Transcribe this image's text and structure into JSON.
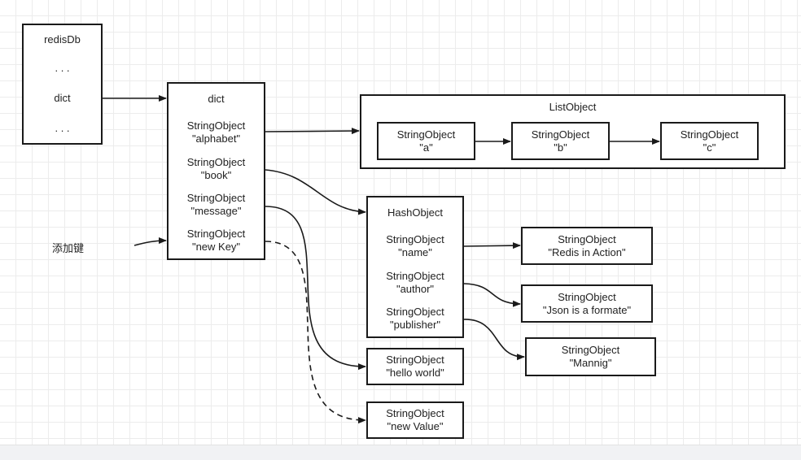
{
  "redisdb": {
    "rows": [
      "redisDb",
      ". . .",
      "dict",
      ". . ."
    ]
  },
  "dict": {
    "header": "dict",
    "entries": [
      {
        "line1": "StringObject",
        "line2": "\"alphabet\""
      },
      {
        "line1": "StringObject",
        "line2": "\"book\""
      },
      {
        "line1": "StringObject",
        "line2": "\"message\""
      },
      {
        "line1": "StringObject",
        "line2": "\"new Key\""
      }
    ]
  },
  "list_object": {
    "title": "ListObject",
    "items": [
      {
        "line1": "StringObject",
        "line2": "\"a\""
      },
      {
        "line1": "StringObject",
        "line2": "\"b\""
      },
      {
        "line1": "StringObject",
        "line2": "\"c\""
      }
    ]
  },
  "hash_object": {
    "header": "HashObject",
    "entries": [
      {
        "line1": "StringObject",
        "line2": "\"name\""
      },
      {
        "line1": "StringObject",
        "line2": "\"author\""
      },
      {
        "line1": "StringObject",
        "line2": "\"publisher\""
      }
    ]
  },
  "hash_values": [
    {
      "line1": "StringObject",
      "line2": "\"Redis in Action\""
    },
    {
      "line1": "StringObject",
      "line2": "\"Json is a formate\""
    },
    {
      "line1": "StringObject",
      "line2": "\"Mannig\""
    }
  ],
  "message_value": {
    "line1": "StringObject",
    "line2": "\"hello world\""
  },
  "new_value": {
    "line1": "StringObject",
    "line2": "\"new Value\""
  },
  "add_key_label": "添加键"
}
